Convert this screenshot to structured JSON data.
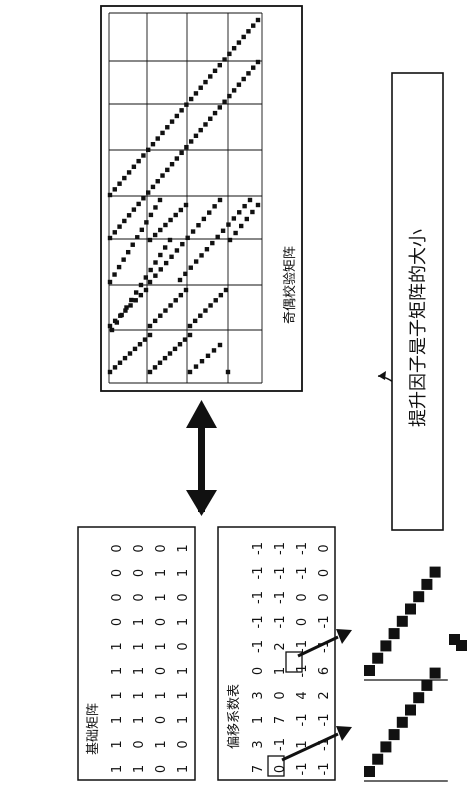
{
  "figure_ref": "100",
  "base_matrix": {
    "label": "基础矩阵",
    "rows": [
      [
        "1",
        "1",
        "1",
        "1",
        "1",
        "1",
        "0",
        "0",
        "0",
        "0"
      ],
      [
        "1",
        "0",
        "1",
        "1",
        "1",
        "1",
        "1",
        "0",
        "0",
        "0"
      ],
      [
        "0",
        "1",
        "0",
        "1",
        "0",
        "1",
        "0",
        "1",
        "1",
        "0"
      ],
      [
        "1",
        "0",
        "1",
        "1",
        "1",
        "0",
        "1",
        "0",
        "1",
        "1"
      ]
    ]
  },
  "shift_table": {
    "label": "偏移系数表",
    "rows": [
      [
        "7",
        "3",
        "1",
        "3",
        "0",
        "-1",
        "-1",
        "-1",
        "-1",
        "-1"
      ],
      [
        "0",
        "-1",
        "7",
        "0",
        "1",
        "2",
        "-1",
        "-1",
        "-1",
        "-1"
      ],
      [
        "-1",
        "1",
        "-1",
        "4",
        "-1",
        "-1",
        "0",
        "0",
        "-1",
        "-1"
      ],
      [
        "-1",
        "-1",
        "-1",
        "2",
        "6",
        "-1",
        "-1",
        "0",
        "0",
        "0"
      ]
    ]
  },
  "parity_check": {
    "label": "奇偶校验矩阵"
  },
  "lifting_note": "提升因子是子矩阵的大小"
}
